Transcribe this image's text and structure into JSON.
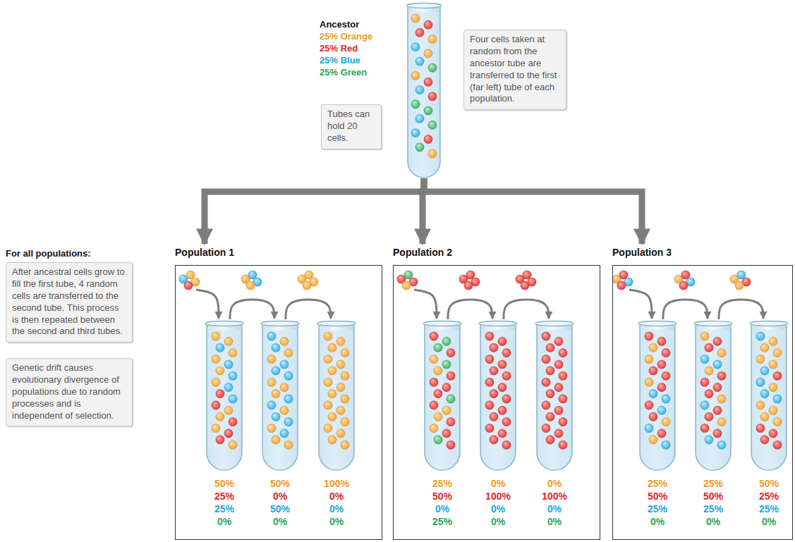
{
  "diagram": {
    "nodes": [
      {
        "text": [
          "Ancestor",
          "25% Orange",
          "25% Red",
          "25% Blue",
          "25% Green"
        ]
      },
      {
        "text": [
          "Tubes can hold 20 cells."
        ]
      },
      {
        "text": [
          "Four cells taken at random from the ancestor tube are transferred to the first (far left) tube of each population."
        ]
      },
      {
        "text": [
          "After ancestral cells grow to fill the first tube, 4 random cells are transferred to the second tube. This process is then repeated between the second and third tubes."
        ]
      },
      {
        "text": [
          "Genetic drift causes evolutionary divergence of populations due to random processes and is independent of selection."
        ]
      },
      {
        "text": [
          "Population 1"
        ]
      },
      {
        "text": [
          "50%",
          "25%",
          "25%",
          "0%"
        ],
        "in": 5
      },
      {
        "text": [
          "50%",
          "0%",
          "50%",
          "0%"
        ],
        "in": 5
      },
      {
        "text": [
          "100%",
          "0%",
          "0%",
          "0%"
        ],
        "in": 5
      },
      {
        "text": [
          "Population 2"
        ]
      },
      {
        "text": [
          "25%",
          "50%",
          "0%",
          "25%"
        ],
        "in": 9
      },
      {
        "text": [
          "0%",
          "100%",
          "0%",
          "0%"
        ],
        "in": 9
      },
      {
        "text": [
          "0%",
          "100%",
          "0%",
          "0%"
        ],
        "in": 9
      },
      {
        "text": [
          "Population 3"
        ]
      },
      {
        "text": [
          "25%",
          "50%",
          "25%",
          "0%"
        ],
        "in": 13
      },
      {
        "text": [
          "25%",
          "50%",
          "25%",
          "0%"
        ],
        "in": 13
      },
      {
        "text": [
          "50%",
          "25%",
          "25%",
          "0%"
        ],
        "in": 13
      }
    ],
    "edges": [
      {
        "from": 0,
        "to": 5,
        "arrow": "to"
      },
      {
        "from": 0,
        "to": 9,
        "arrow": "to"
      },
      {
        "from": 0,
        "to": 13,
        "arrow": "to"
      },
      {
        "from": 6,
        "to": 7,
        "arrow": "to"
      },
      {
        "from": 7,
        "to": 8,
        "arrow": "to"
      },
      {
        "from": 10,
        "to": 11,
        "arrow": "to"
      },
      {
        "from": 11,
        "to": 12,
        "arrow": "to"
      },
      {
        "from": 14,
        "to": 15,
        "arrow": "to"
      },
      {
        "from": 15,
        "to": 16,
        "arrow": "to"
      }
    ],
    "labels": [
      "For all populations:"
    ]
  }
}
